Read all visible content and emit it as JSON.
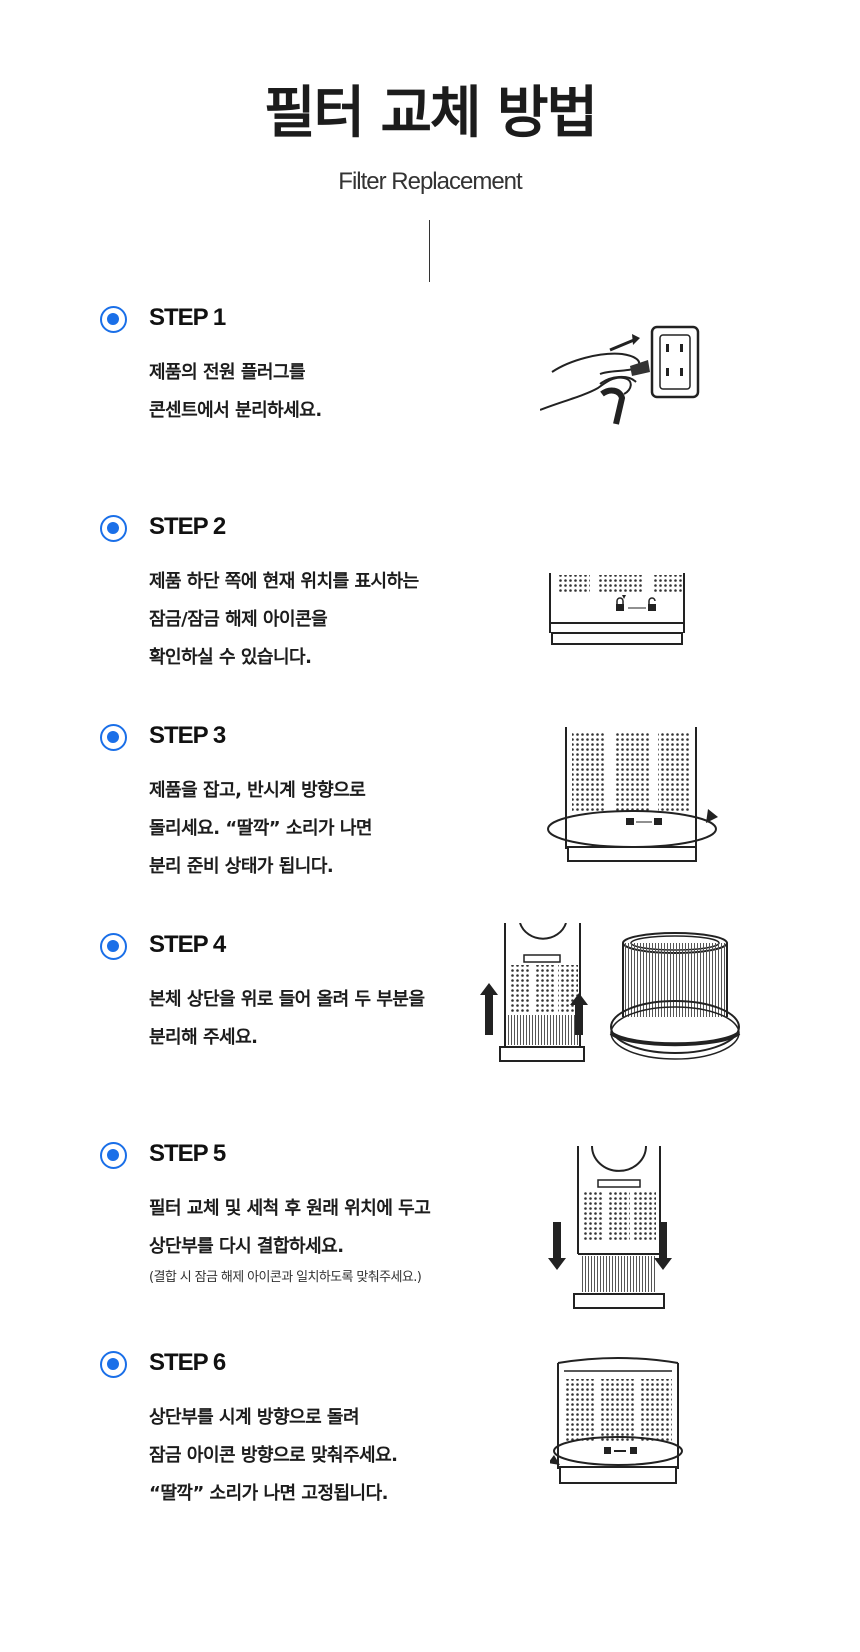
{
  "header": {
    "title": "필터 교체 방법",
    "subtitle": "Filter Replacement"
  },
  "steps": [
    {
      "label": "STEP 1",
      "lines": [
        "제품의 전원 플러그를",
        "콘센트에서 분리하세요."
      ],
      "illustration": "unplug-icon"
    },
    {
      "label": "STEP 2",
      "lines": [
        "제품 하단 쪽에 현재 위치를 표시하는",
        "잠금/잠금 해제 아이콘을",
        "확인하실 수 있습니다."
      ],
      "illustration": "lock-indicator-icon"
    },
    {
      "label": "STEP 3",
      "lines": [
        "제품을 잡고, 반시계 방향으로",
        "돌리세요. “딸깍” 소리가 나면",
        "분리 준비 상태가 됩니다."
      ],
      "illustration": "rotate-counterclockwise-icon"
    },
    {
      "label": "STEP 4",
      "lines": [
        "본체 상단을 위로 들어 올려 두 부분을",
        "분리해 주세요."
      ],
      "illustration": "lift-separate-icon"
    },
    {
      "label": "STEP 5",
      "lines": [
        "필터 교체 및 세척 후 원래 위치에 두고",
        "상단부를 다시 결합하세요."
      ],
      "note": "(결합 시 잠금 해제 아이콘과 일치하도록 맞춰주세요.)",
      "illustration": "lower-combine-icon"
    },
    {
      "label": "STEP 6",
      "lines": [
        "상단부를 시계 방향으로 돌려",
        "잠금 아이콘 방향으로 맞춰주세요.",
        "“딸깍” 소리가 나면 고정됩니다."
      ],
      "illustration": "rotate-clockwise-icon"
    }
  ],
  "colors": {
    "accent": "#1a6fe8",
    "text": "#1c1c1c"
  }
}
